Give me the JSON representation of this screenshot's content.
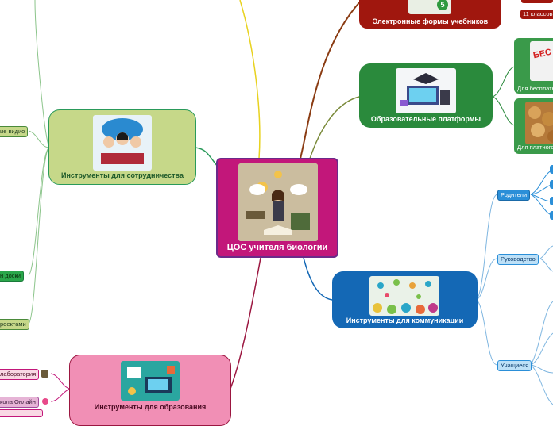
{
  "central": {
    "label": "ЦОС учителя биологии"
  },
  "branches": {
    "textbooks": {
      "label": "Электронные формы учебников",
      "badge": "5"
    },
    "platforms": {
      "label": "Образовательные платформы"
    },
    "communication": {
      "label": "Инструменты для коммуникации"
    },
    "collaboration": {
      "label": "Инструменты для сотрудничества"
    },
    "education": {
      "label": "Инструменты для образования"
    }
  },
  "textbook_items": [
    "11 классов"
  ],
  "platform_items": [
    {
      "label": "Для бесплатн"
    },
    {
      "label": "Для платного"
    }
  ],
  "communication_groups": [
    "Родители",
    "Руководство",
    "Учащиеся"
  ],
  "collaboration_items": [
    "ие видио",
    "н доски",
    "роектами"
  ],
  "education_items": [
    "лаборатория",
    "кола Онлайн"
  ],
  "colors": {
    "central": "#c2177a",
    "textbooks": "#a0170e",
    "platforms": "#2a8a3c",
    "communication": "#1468b5",
    "collaboration": "#c6d889",
    "education": "#f18fb5",
    "sub_blue": "#2b8fd8"
  }
}
